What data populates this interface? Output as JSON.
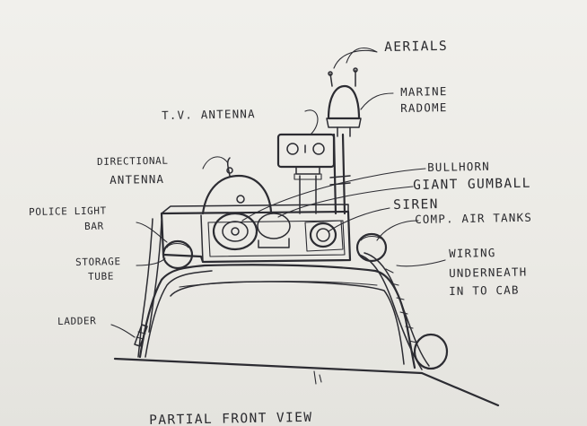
{
  "labels": {
    "aerials": "AERIALS",
    "marine_line1": "MARINE",
    "marine_line2": "RADOME",
    "tv_antenna": "T.V. ANTENNA",
    "directional_line1": "DIRECTIONAL",
    "directional_line2": "ANTENNA",
    "bullhorn": "BULLHORN",
    "gumball": "GIANT GUMBALL",
    "siren": "SIREN",
    "police_line1": "POLICE LIGHT",
    "police_line2": "BAR",
    "comp_air": "COMP. AIR TANKS",
    "storage_line1": "STORAGE",
    "storage_line2": "TUBE",
    "wiring_line1": "WIRING",
    "wiring_line2": "UNDERNEATH",
    "wiring_line3": "IN TO CAB",
    "ladder": "LADDER",
    "bottom_caption": "PARTIAL FRONT VIEW"
  },
  "colors": {
    "paper": "#ecebe6",
    "ink": "#2c2c32"
  }
}
